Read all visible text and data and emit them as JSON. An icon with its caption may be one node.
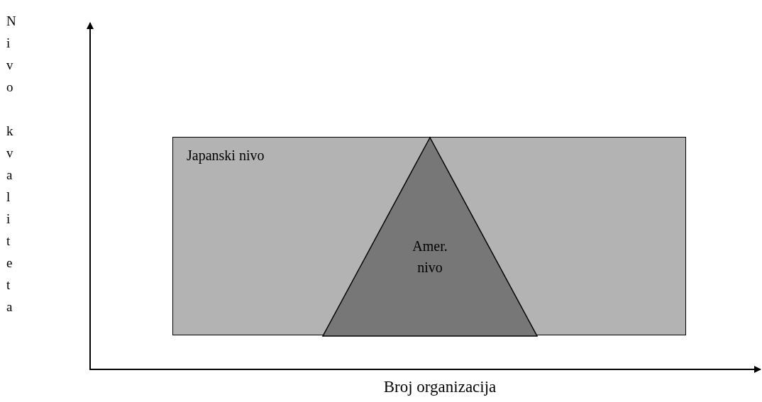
{
  "diagram": {
    "nodes": [
      {
        "text": [
          "Japanski nivo"
        ]
      },
      {
        "text": [
          "Amer. nivo"
        ],
        "in": 0
      }
    ],
    "labels": [
      "Nivo kvaliteta",
      "Broj organizacija"
    ]
  }
}
